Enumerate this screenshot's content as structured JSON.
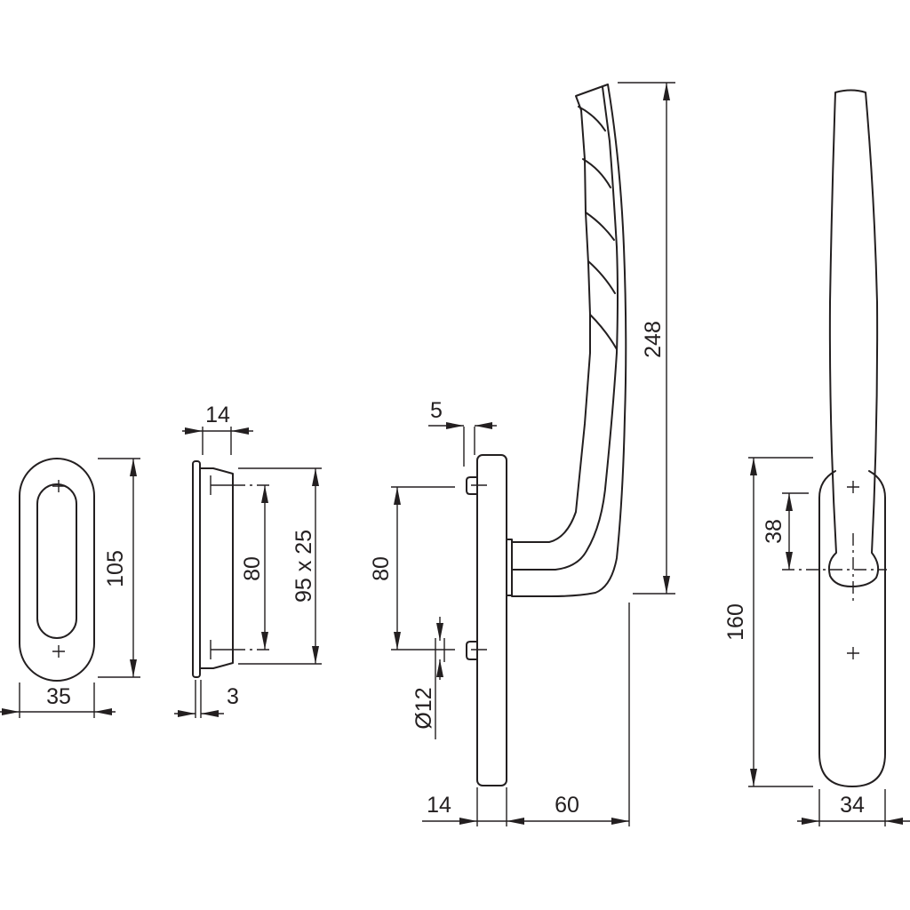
{
  "drawing": {
    "line_color": "#231f20",
    "views": {
      "rosette_front": {
        "height": "105",
        "width": "35"
      },
      "rosette_side": {
        "depth": "14",
        "hole_spacing": "80",
        "cutout": "95 x 25",
        "plate_thickness": "3"
      },
      "handle_side": {
        "height": "248",
        "offset": "5",
        "hole_spacing": "80",
        "spindle_diameter": "Ø12",
        "plate_depth": "14",
        "projection": "60"
      },
      "handle_front": {
        "plate_length": "160",
        "spindle_offset": "38",
        "plate_width": "34"
      }
    }
  }
}
